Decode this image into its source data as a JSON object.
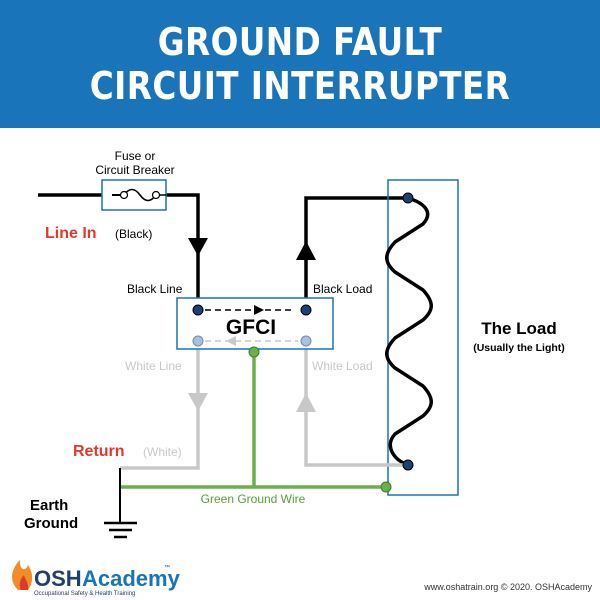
{
  "title": {
    "line1": "GROUND FAULT",
    "line2": "CIRCUIT INTERRUPTER"
  },
  "labels": {
    "fuse_line1": "Fuse or",
    "fuse_line2": "Circuit Breaker",
    "line_in": "Line In",
    "line_in_note": "(Black)",
    "black_line": "Black Line",
    "black_load": "Black Load",
    "gfci": "GFCI",
    "white_line": "White Line",
    "white_load": "White Load",
    "return": "Return",
    "return_note": "(White)",
    "the_load": "The Load",
    "the_load_note": "(Usually the Light)",
    "green_ground_wire": "Green Ground Wire",
    "earth": "Earth",
    "ground": "Ground"
  },
  "footer": {
    "logo_osh": "OSH",
    "logo_academy": "Academy",
    "logo_tm": "™",
    "logo_tagline": "Occupational Safety & Health Training",
    "credit": "www.oshatrain.org © 2020. OSHAcademy"
  },
  "colors": {
    "banner": "#1a74b9",
    "black_wire": "#000000",
    "white_wire": "#c8c8c8",
    "ground_wire": "#6ab04c",
    "accent_red": "#e03a2c",
    "box_outline": "#1a74b9",
    "node_fill": "#1f3f73"
  }
}
